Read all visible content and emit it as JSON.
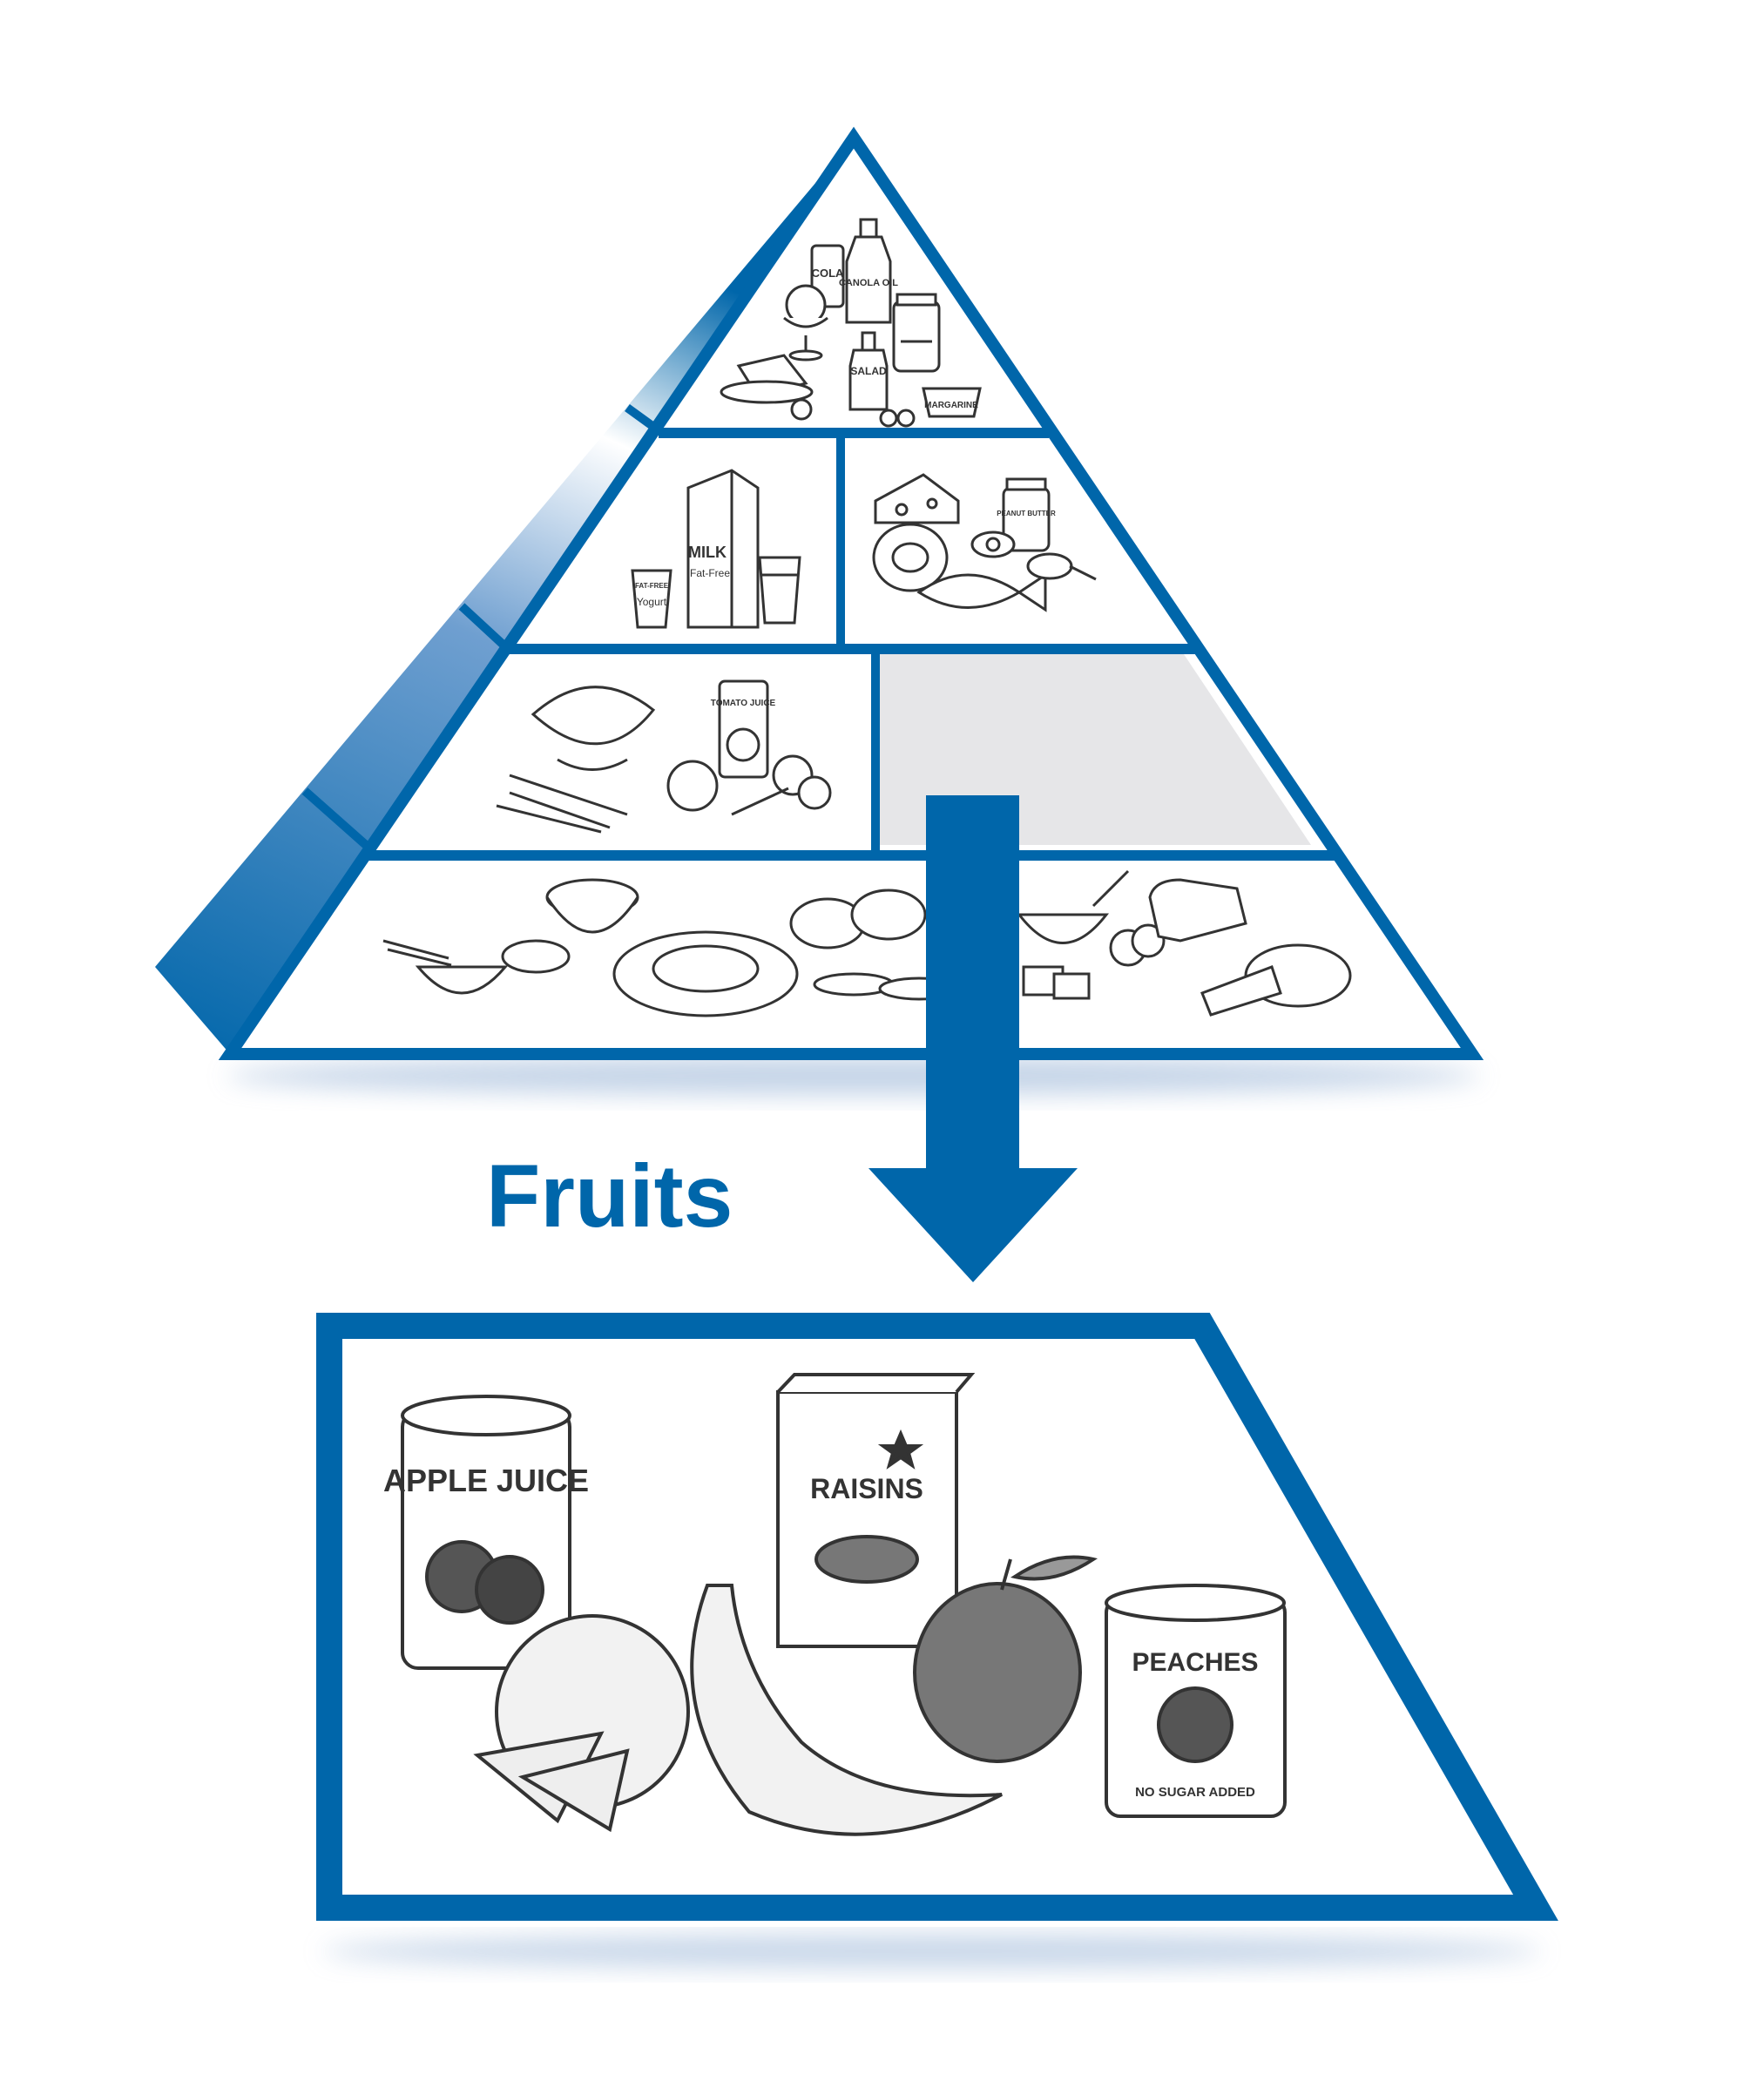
{
  "heading": "Fruits",
  "colors": {
    "brand_blue": "#0066aa",
    "highlight_gray": "#e6e6e8",
    "ink": "#333333"
  },
  "pyramid": {
    "tiers": [
      {
        "id": "fats-oils-sweets",
        "highlighted": false,
        "labels": {
          "cola": "COLA",
          "canola_oil": "CANOLA OIL",
          "salad": "SALAD",
          "margarine": "MARGARINE"
        }
      },
      {
        "id": "milk",
        "highlighted": false,
        "labels": {
          "milk": "MILK",
          "fat_free": "Fat-Free",
          "yogurt": "Yogurt",
          "fat_free_small": "FAT-FREE"
        }
      },
      {
        "id": "meat-beans",
        "highlighted": false,
        "labels": {
          "peanut_butter": "PEANUT BUTTER"
        }
      },
      {
        "id": "vegetables",
        "highlighted": false,
        "labels": {
          "tomato_juice": "TOMATO JUICE"
        }
      },
      {
        "id": "fruits",
        "highlighted": true
      },
      {
        "id": "grains",
        "highlighted": false
      }
    ]
  },
  "fruits_panel": {
    "apple_juice": "APPLE JUICE",
    "raisins": "RAISINS",
    "peaches": "PEACHES",
    "no_sugar_added": "NO SUGAR ADDED"
  }
}
